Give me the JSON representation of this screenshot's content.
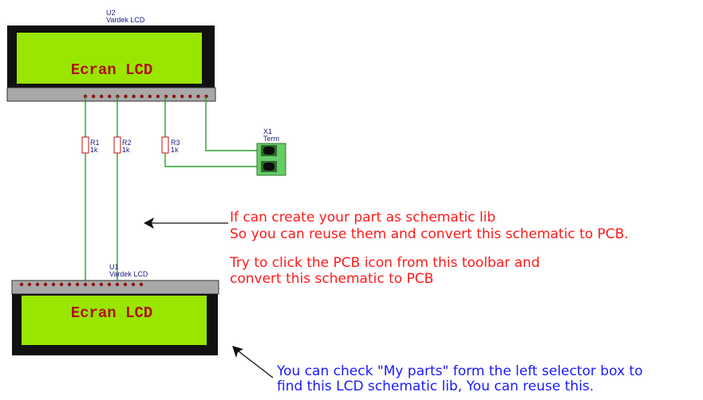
{
  "components": {
    "u2": {
      "ref": "U2",
      "value": "Vardek LCD",
      "display_text": "Ecran LCD"
    },
    "u1": {
      "ref": "U1",
      "value": "Vardek LCD",
      "display_text": "Ecran LCD"
    },
    "r1": {
      "ref": "R1",
      "value": "1k"
    },
    "r2": {
      "ref": "R2",
      "value": "1k"
    },
    "r3": {
      "ref": "R3",
      "value": "1k"
    },
    "x1": {
      "ref": "X1",
      "value": "Term"
    }
  },
  "notes": {
    "lib_line1": "If can create your part as schematic lib",
    "lib_line2": "So you can reuse them and convert this schematic to PCB.",
    "pcb_line1": "Try to click the PCB icon from this toolbar and",
    "pcb_line2": "convert this schematic to PCB",
    "parts_line1": "You can check \"My parts\" form the left selector box to",
    "parts_line2": "find this LCD schematic lib, You can reuse this."
  },
  "colors": {
    "lcd_screen": "#99e600",
    "lcd_bezel": "#111111",
    "pin_header": "#a8a8a8",
    "wire": "#2aa02a",
    "terminal": "#66cc66",
    "note_red": "#ff1a1a",
    "note_blue": "#1a1aff"
  }
}
